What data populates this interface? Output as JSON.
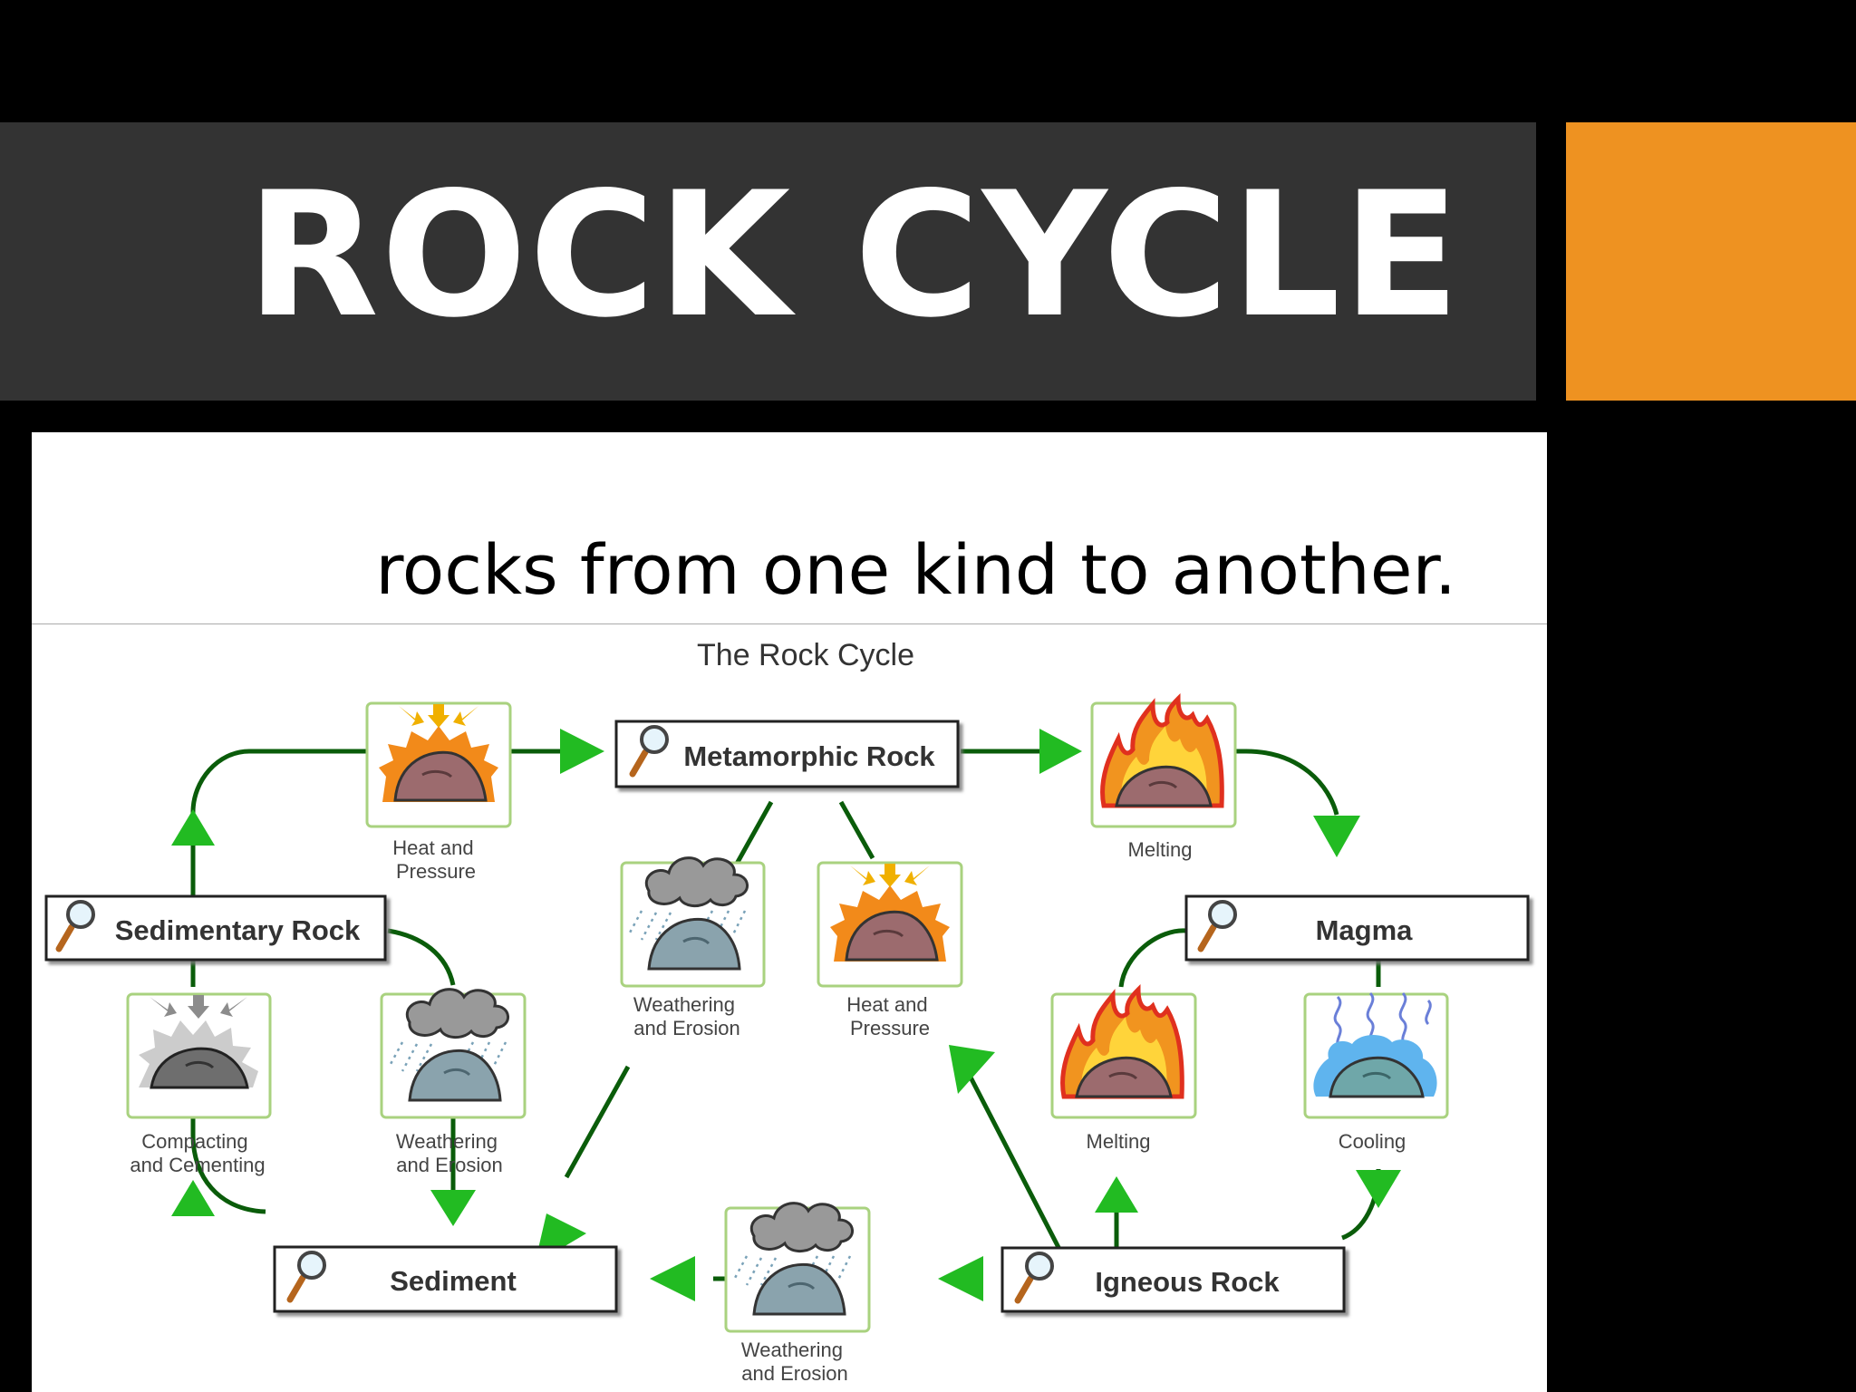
{
  "slide": {
    "title": "ROCK CYCLE",
    "subtitle": "rocks from one kind to another.",
    "accent_color": "#ee9221",
    "title_bar_color": "#333333"
  },
  "diagram": {
    "title": "The Rock Cycle",
    "line_color": "#0a5c0a",
    "arrow_color": "#22bb22",
    "frame_color": "#a9d27f",
    "nodes": {
      "metamorphic": "Metamorphic Rock",
      "sedimentary": "Sedimentary Rock",
      "magma": "Magma",
      "sediment": "Sediment",
      "igneous": "Igneous Rock"
    },
    "processes": {
      "heat_top": [
        "Heat and",
        "Pressure"
      ],
      "melting_top": [
        "Melting"
      ],
      "weather_center": [
        "Weathering",
        "and Erosion"
      ],
      "heat_center": [
        "Heat and",
        "Pressure"
      ],
      "compacting": [
        "Compacting",
        "and Cementing"
      ],
      "weather_left": [
        "Weathering",
        "and Erosion"
      ],
      "melting_right": [
        "Melting"
      ],
      "cooling": [
        "Cooling"
      ],
      "weather_bottom": [
        "Weathering",
        "and Erosion"
      ]
    }
  }
}
